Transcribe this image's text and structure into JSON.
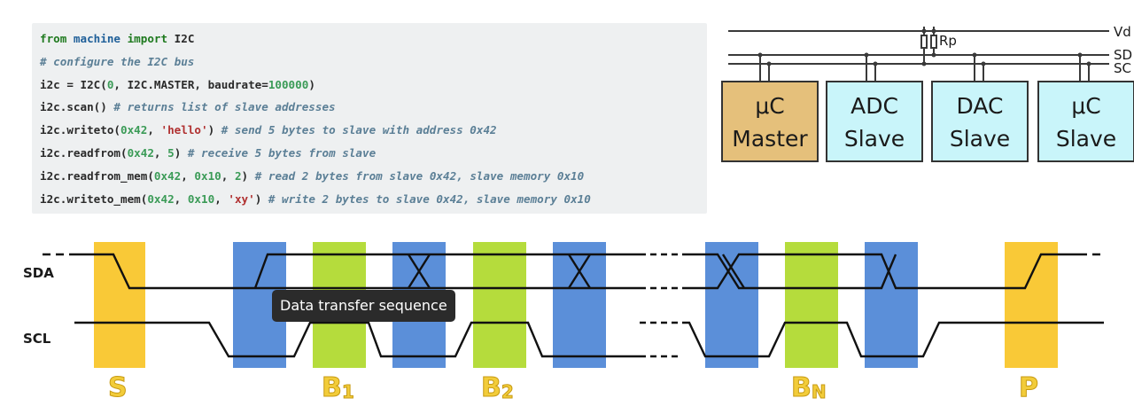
{
  "code": {
    "lines": [
      [
        {
          "t": "from ",
          "c": "kw"
        },
        {
          "t": "machine ",
          "c": "mod"
        },
        {
          "t": "import ",
          "c": "kw"
        },
        {
          "t": "I2C",
          "c": ""
        }
      ],
      [
        {
          "t": "# configure the I2C bus",
          "c": "cm"
        }
      ],
      [
        {
          "t": "i2c = I2C(",
          "c": ""
        },
        {
          "t": "0",
          "c": "num"
        },
        {
          "t": ", I2C.MASTER, baudrate=",
          "c": ""
        },
        {
          "t": "100000",
          "c": "num"
        },
        {
          "t": ")",
          "c": ""
        }
      ],
      [
        {
          "t": "i2c.scan() ",
          "c": ""
        },
        {
          "t": "# returns list of slave addresses",
          "c": "cm"
        }
      ],
      [
        {
          "t": "i2c.writeto(",
          "c": ""
        },
        {
          "t": "0x42",
          "c": "num"
        },
        {
          "t": ", ",
          "c": ""
        },
        {
          "t": "'hello'",
          "c": "str"
        },
        {
          "t": ") ",
          "c": ""
        },
        {
          "t": "# send 5 bytes to slave with address 0x42",
          "c": "cm"
        }
      ],
      [
        {
          "t": "i2c.readfrom(",
          "c": ""
        },
        {
          "t": "0x42",
          "c": "num"
        },
        {
          "t": ", ",
          "c": ""
        },
        {
          "t": "5",
          "c": "num"
        },
        {
          "t": ") ",
          "c": ""
        },
        {
          "t": "# receive 5 bytes from slave",
          "c": "cm"
        }
      ],
      [
        {
          "t": "i2c.readfrom_mem(",
          "c": ""
        },
        {
          "t": "0x42",
          "c": "num"
        },
        {
          "t": ", ",
          "c": ""
        },
        {
          "t": "0x10",
          "c": "num"
        },
        {
          "t": ", ",
          "c": ""
        },
        {
          "t": "2",
          "c": "num"
        },
        {
          "t": ") ",
          "c": ""
        },
        {
          "t": "# read 2 bytes from slave 0x42, slave memory 0x10",
          "c": "cm"
        }
      ],
      [
        {
          "t": "i2c.writeto_mem(",
          "c": ""
        },
        {
          "t": "0x42",
          "c": "num"
        },
        {
          "t": ", ",
          "c": ""
        },
        {
          "t": "0x10",
          "c": "num"
        },
        {
          "t": ", ",
          "c": ""
        },
        {
          "t": "'xy'",
          "c": "str"
        },
        {
          "t": ") ",
          "c": ""
        },
        {
          "t": "# write 2 bytes to slave 0x42, slave memory 0x10",
          "c": "cm"
        }
      ]
    ]
  },
  "bus": {
    "rail_labels": {
      "vdd": "Vd",
      "sda": "SD",
      "scl": "SC"
    },
    "pullup_label": "Rp",
    "nodes": [
      {
        "line1": "μC",
        "line2": "Master",
        "fill": "#e5c07b"
      },
      {
        "line1": "ADC",
        "line2": "Slave",
        "fill": "#c9f5fa"
      },
      {
        "line1": "DAC",
        "line2": "Slave",
        "fill": "#c9f5fa"
      },
      {
        "line1": "μC",
        "line2": "Slave",
        "fill": "#c9f5fa"
      }
    ]
  },
  "timing": {
    "sda_label": "SDA",
    "scl_label": "SCL",
    "phases": {
      "start": "S",
      "b1_letter": "B",
      "b1_sub": "1",
      "b2_letter": "B",
      "b2_sub": "2",
      "bn_letter": "B",
      "bn_sub": "N",
      "stop": "P"
    },
    "colors": {
      "start_stop": "#f9c937",
      "data_bit": "#5b8fd9",
      "clock_high": "#b5dc3c",
      "label": "#f2cc3a"
    }
  },
  "tooltip": {
    "text": "Data transfer sequence"
  }
}
